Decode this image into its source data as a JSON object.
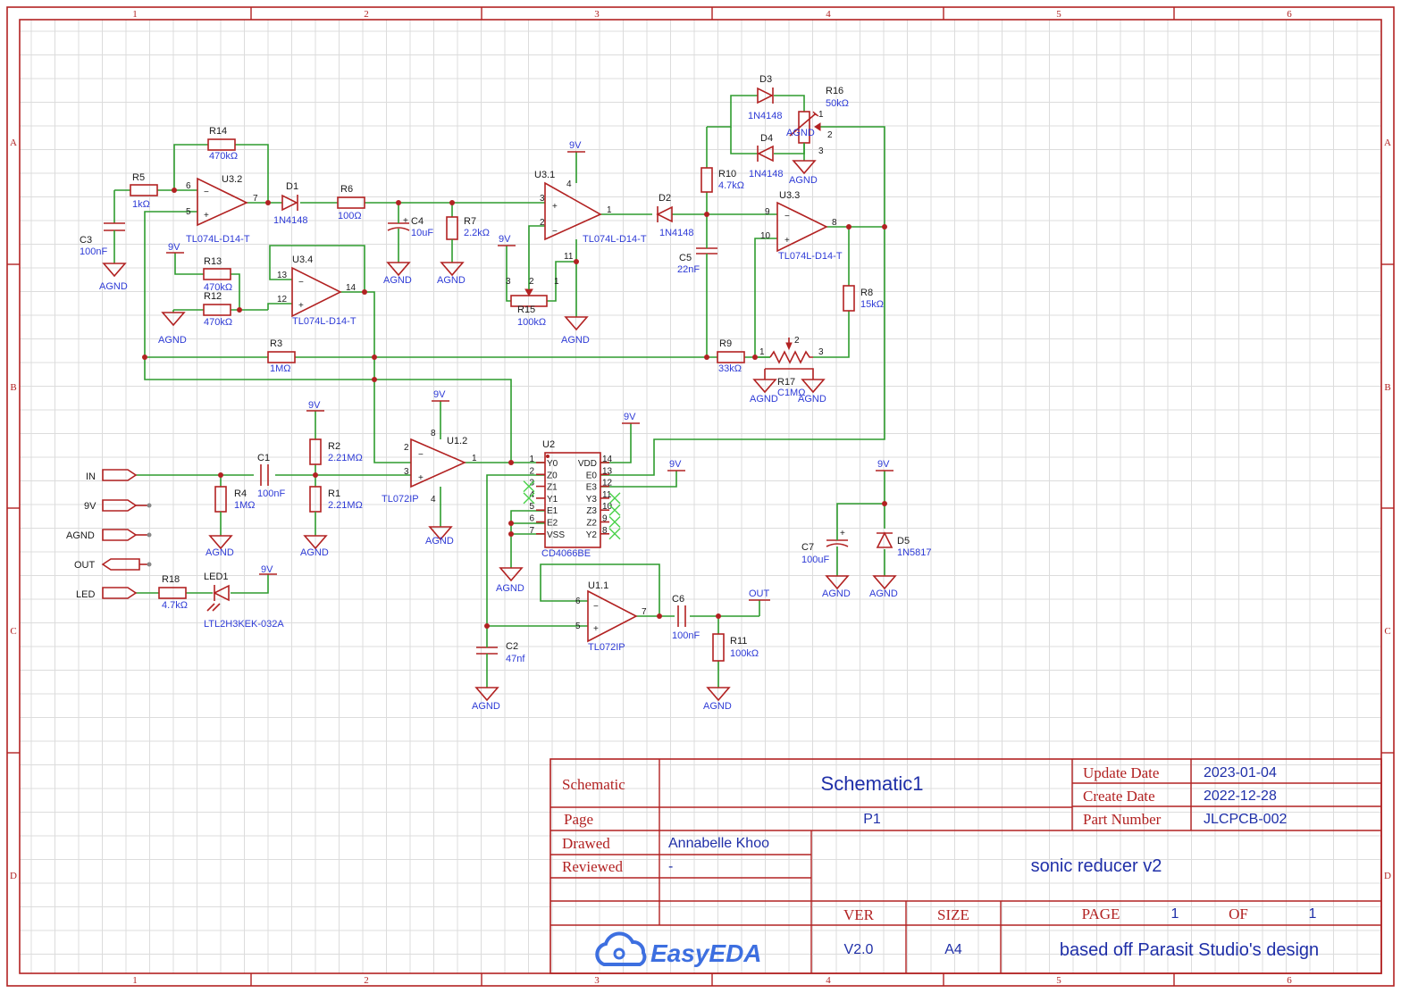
{
  "zones": {
    "columns": [
      "1",
      "2",
      "3",
      "4",
      "5",
      "6"
    ],
    "rows": [
      "A",
      "B",
      "C",
      "D"
    ]
  },
  "components": {
    "R14": {
      "ref": "R14",
      "value": "470kΩ"
    },
    "R5": {
      "ref": "R5",
      "value": "1kΩ"
    },
    "U3_2": {
      "ref": "U3.2",
      "value": "TL074L-D14-T",
      "pins": [
        "6",
        "5",
        "7"
      ]
    },
    "D1": {
      "ref": "D1",
      "value": "1N4148"
    },
    "R6": {
      "ref": "R6",
      "value": "100Ω"
    },
    "C4": {
      "ref": "C4",
      "value": "10uF"
    },
    "R7": {
      "ref": "R7",
      "value": "2.2kΩ"
    },
    "U3_1": {
      "ref": "U3.1",
      "value": "TL074L-D14-T",
      "pins": [
        "3",
        "2",
        "1",
        "4",
        "11"
      ]
    },
    "D2": {
      "ref": "D2",
      "value": "1N4148"
    },
    "R10": {
      "ref": "R10",
      "value": "4.7kΩ"
    },
    "D3": {
      "ref": "D3",
      "value": "1N4148"
    },
    "D4": {
      "ref": "D4",
      "value": "1N4148"
    },
    "R16": {
      "ref": "R16",
      "value": "50kΩ",
      "pins": [
        "1",
        "2",
        "3"
      ]
    },
    "U3_3": {
      "ref": "U3.3",
      "value": "TL074L-D14-T",
      "pins": [
        "9",
        "10",
        "8"
      ]
    },
    "C5": {
      "ref": "C5",
      "value": "22nF"
    },
    "C3": {
      "ref": "C3",
      "value": "100nF"
    },
    "R13": {
      "ref": "R13",
      "value": "470kΩ"
    },
    "R12": {
      "ref": "R12",
      "value": "470kΩ"
    },
    "U3_4": {
      "ref": "U3.4",
      "value": "TL074L-D14-T",
      "pins": [
        "13",
        "12",
        "14"
      ]
    },
    "R15": {
      "ref": "R15",
      "value": "100kΩ",
      "pins": [
        "3",
        "2",
        "1"
      ]
    },
    "R8": {
      "ref": "R8",
      "value": "15kΩ"
    },
    "R3": {
      "ref": "R3",
      "value": "1MΩ"
    },
    "R9": {
      "ref": "R9",
      "value": "33kΩ"
    },
    "R17": {
      "ref": "R17",
      "value": "C1MΩ",
      "pins": [
        "1",
        "2",
        "3"
      ]
    },
    "U1_2": {
      "ref": "U1.2",
      "value": "TL072IP",
      "pins": [
        "2",
        "3",
        "1",
        "8",
        "4"
      ]
    },
    "R2": {
      "ref": "R2",
      "value": "2.21MΩ"
    },
    "R1": {
      "ref": "R1",
      "value": "2.21MΩ"
    },
    "C1": {
      "ref": "C1",
      "value": "100nF"
    },
    "R4": {
      "ref": "R4",
      "value": "1MΩ"
    },
    "U2": {
      "ref": "U2",
      "value": "CD4066BE",
      "left": [
        {
          "n": "1",
          "t": "Y0"
        },
        {
          "n": "2",
          "t": "Z0"
        },
        {
          "n": "3",
          "t": "Z1"
        },
        {
          "n": "4",
          "t": "Y1"
        },
        {
          "n": "5",
          "t": "E1"
        },
        {
          "n": "6",
          "t": "E2"
        },
        {
          "n": "7",
          "t": "VSS"
        }
      ],
      "right": [
        {
          "n": "14",
          "t": "VDD"
        },
        {
          "n": "13",
          "t": "E0"
        },
        {
          "n": "12",
          "t": "E3"
        },
        {
          "n": "11",
          "t": "Y3"
        },
        {
          "n": "10",
          "t": "Z3"
        },
        {
          "n": "9",
          "t": "Z2"
        },
        {
          "n": "8",
          "t": "Y2"
        }
      ]
    },
    "C7": {
      "ref": "C7",
      "value": "100uF"
    },
    "D5": {
      "ref": "D5",
      "value": "1N5817"
    },
    "R18": {
      "ref": "R18",
      "value": "4.7kΩ"
    },
    "LED1": {
      "ref": "LED1",
      "value": "LTL2H3KEK-032A"
    },
    "U1_1": {
      "ref": "U1.1",
      "value": "TL072IP",
      "pins": [
        "6",
        "5",
        "7"
      ]
    },
    "C6": {
      "ref": "C6",
      "value": "100nF"
    },
    "R11": {
      "ref": "R11",
      "value": "100kΩ"
    },
    "C2": {
      "ref": "C2",
      "value": "47nf"
    }
  },
  "ports": {
    "in": "IN",
    "v9": "9V",
    "agnd": "AGND",
    "out": "OUT",
    "led": "LED"
  },
  "power": {
    "v9": "9V",
    "agnd": "AGND",
    "out": "OUT"
  },
  "title_block": {
    "schematic_label": "Schematic",
    "schematic_value": "Schematic1",
    "page_label": "Page",
    "page_value": "P1",
    "drawed_label": "Drawed",
    "drawed_value": "Annabelle Khoo",
    "reviewed_label": "Reviewed",
    "reviewed_value": "-",
    "update_label": "Update Date",
    "update_value": "2023-01-04",
    "create_label": "Create Date",
    "create_value": "2022-12-28",
    "part_label": "Part Number",
    "part_value": "JLCPCB-002",
    "project": "sonic reducer v2",
    "ver_label": "VER",
    "ver_value": "V2.0",
    "size_label": "SIZE",
    "size_value": "A4",
    "pg_label": "PAGE",
    "pg_value": "1",
    "of_label": "OF",
    "of_value": "1",
    "note": "based off Parasit Studio's design",
    "logo": "EasyEDA",
    "colors": {
      "frame": "#b22222",
      "wire": "#2e9c2e",
      "value": "#2e3bd6",
      "title": "#1f2fa8"
    }
  }
}
